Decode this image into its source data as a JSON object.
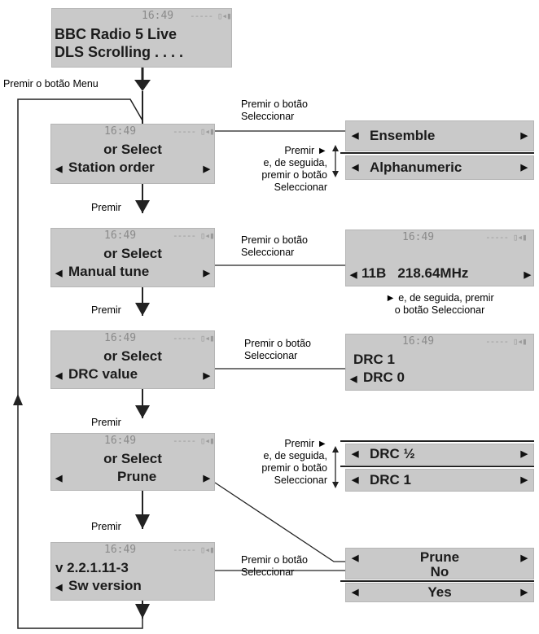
{
  "main_display": {
    "time": "16:49",
    "signal": "----- ▯◂▮",
    "line1": "BBC Radio 5 Live",
    "line2": "DLS Scrolling . . . ."
  },
  "label_menu": "Premir o botão Menu",
  "label_premir": "Premir",
  "label_premir_sel": "Premir o botão\nSeleccionar",
  "label_premir_tri": "Premir ►\ne, de seguida,\npremir o botão\nSeleccionar",
  "label_tri_sel": "► e, de seguida, premir\no botão Seleccionar",
  "screens": [
    {
      "time": "16:49",
      "signal": "----- ▯◂▮",
      "line1": "or Select",
      "line2": "Station order"
    },
    {
      "time": "16:49",
      "signal": "----- ▯◂▮",
      "line1": "or Select",
      "line2": "Manual tune"
    },
    {
      "time": "16:49",
      "signal": "----- ▯◂▮",
      "line1": "or Select",
      "line2": "DRC value"
    },
    {
      "time": "16:49",
      "signal": "----- ▯◂▮",
      "line1": "or Select",
      "line2": "Prune"
    },
    {
      "time": "16:49",
      "signal": "----- ▯◂▮",
      "line1": "v 2.2.1.11-3",
      "line2": "Sw version"
    }
  ],
  "right": {
    "station": {
      "opt1": "Ensemble",
      "opt2": "Alphanumeric"
    },
    "manual": {
      "time": "16:49",
      "signal": "----- ▯◂▮",
      "line": "11B   218.64MHz"
    },
    "drc": {
      "time": "16:49",
      "signal": "----- ▯◂▮",
      "line1": "DRC 1",
      "line2": "DRC 0"
    },
    "drc_opts": {
      "opt1": "DRC ½",
      "opt2": "DRC 1"
    },
    "prune": {
      "line1": "Prune",
      "line2": "No",
      "line3": "Yes"
    }
  },
  "arrow_left": "◀",
  "arrow_right": "▶"
}
